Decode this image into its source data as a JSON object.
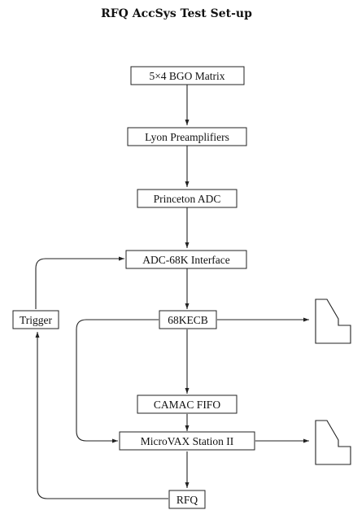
{
  "title": "RFQ AccSys Test Set-up",
  "nodes": {
    "bgo": "5×4 BGO Matrix",
    "lyon": "Lyon Preamplifiers",
    "adc": "Princeton ADC",
    "interface": "ADC-68K Interface",
    "ecb": "68KECB",
    "fifo": "CAMAC FIFO",
    "vax": "MicroVAX Station II",
    "rfq": "RFQ",
    "trigger": "Trigger"
  }
}
